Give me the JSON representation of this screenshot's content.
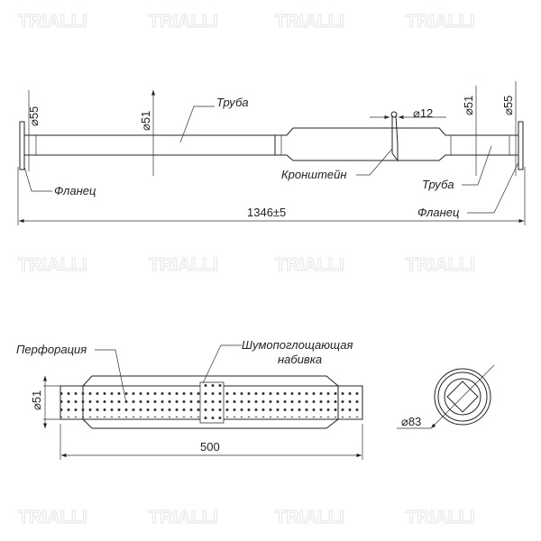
{
  "watermark": "TRIALLI",
  "assembly": {
    "flange_diameter_left": "⌀55",
    "pipe_diameter_left": "⌀51",
    "pipe_label_left": "Труба",
    "bracket_diameter": "⌀12",
    "pipe_diameter_right": "⌀51",
    "flange_diameter_right": "⌀55",
    "flange_label_left": "Фланец",
    "bracket_label": "Кронштейн",
    "pipe_label_right": "Труба",
    "flange_label_right": "Фланец",
    "total_length": "1346±5"
  },
  "section": {
    "perforation_label": "Перфорация",
    "packing_label_line1": "Шумопоглощающая",
    "packing_label_line2": "набивка",
    "inner_diameter": "⌀51",
    "length": "500",
    "outer_diameter": "⌀83"
  }
}
